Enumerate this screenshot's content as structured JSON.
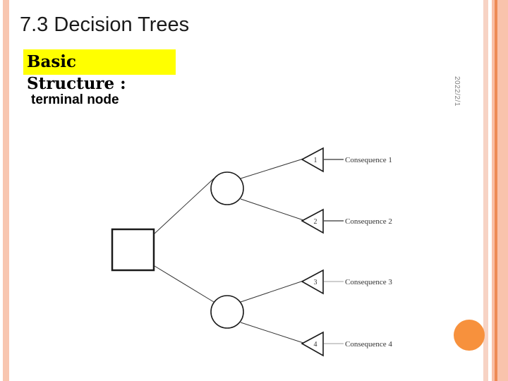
{
  "slide": {
    "title": "7.3 Decision Trees",
    "subtitle_highlight": "Basic",
    "subtitle_rest": "Structure :",
    "annotation": "terminal node",
    "date_stamp": "2022/2/1",
    "colors": {
      "highlight": "#FFFF00",
      "accent_orange": "#F7913D",
      "stripe_peach_light": "#F7D3C4",
      "stripe_peach": "#F8C6B0",
      "stripe_orange": "#EE8B55",
      "text": "#000000",
      "diagram_line": "#333333"
    }
  },
  "diagram": {
    "name": "decision-tree",
    "decision_node": {
      "shape": "square",
      "label": ""
    },
    "chance_nodes": [
      {
        "shape": "circle",
        "label": ""
      },
      {
        "shape": "circle",
        "label": ""
      }
    ],
    "terminal_nodes": [
      {
        "shape": "triangle",
        "number": "1",
        "consequence": "Consequence 1"
      },
      {
        "shape": "triangle",
        "number": "2",
        "consequence": "Consequence 2"
      },
      {
        "shape": "triangle",
        "number": "3",
        "consequence": "Consequence 3"
      },
      {
        "shape": "triangle",
        "number": "4",
        "consequence": "Consequence 4"
      }
    ]
  }
}
